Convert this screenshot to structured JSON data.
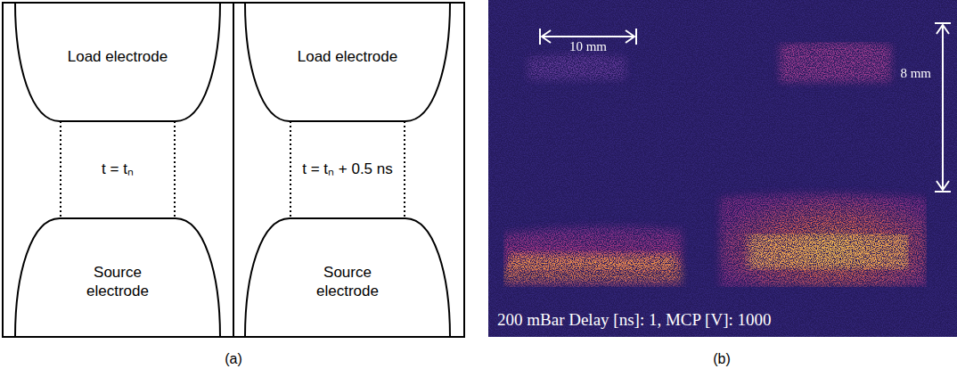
{
  "diagram": {
    "nodes": [
      {
        "text": [
          "Load electrode"
        ]
      },
      {
        "text": [
          "Load electrode"
        ]
      },
      {
        "text": [
          "t = tₙ"
        ]
      },
      {
        "text": [
          "t = tₙ + 0.5 ns"
        ]
      },
      {
        "text": [
          "Source electrode"
        ]
      },
      {
        "text": [
          "Source electrode"
        ]
      }
    ],
    "labels": [
      "10 mm",
      "8 mm",
      "200 mBar Delay [ns]: 1, MCP [V]: 1000",
      "(a)",
      "(b)"
    ]
  }
}
